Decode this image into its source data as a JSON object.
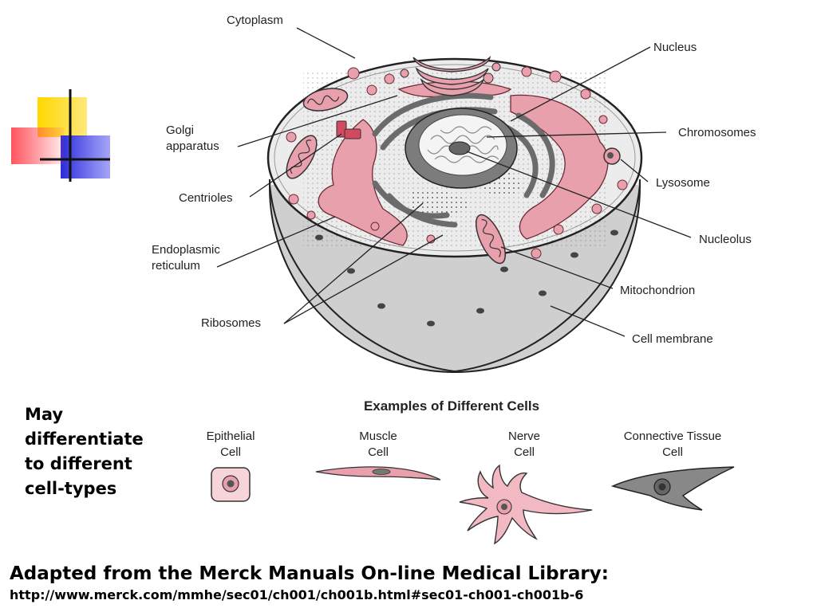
{
  "diagram": {
    "labels": {
      "cytoplasm": "Cytoplasm",
      "nucleus": "Nucleus",
      "golgi_1": "Golgi",
      "golgi_2": "apparatus",
      "chromosomes": "Chromosomes",
      "lysosome": "Lysosome",
      "centrioles": "Centrioles",
      "er_1": "Endoplasmic",
      "er_2": "reticulum",
      "nucleolus": "Nucleolus",
      "mitochondrion": "Mitochondrion",
      "ribosomes": "Ribosomes",
      "cell_membrane": "Cell membrane"
    },
    "examples": {
      "title": "Examples of Different Cells",
      "epithelial_1": "Epithelial",
      "epithelial_2": "Cell",
      "muscle_1": "Muscle",
      "muscle_2": "Cell",
      "nerve_1": "Nerve",
      "nerve_2": "Cell",
      "connective_1": "Connective Tissue",
      "connective_2": "Cell"
    }
  },
  "side_note": [
    "May",
    "differentiate",
    "to different",
    "cell-types"
  ],
  "credit": {
    "line": "Adapted from the Merck Manuals On-line Medical Library:",
    "url": "http://www.merck.com/mmhe/sec01/ch001/ch001b.html#sec01-ch001-ch001b-6"
  },
  "colors": {
    "cell_pink": "#e8a0ac",
    "cytoplasm": "#ececec",
    "membrane_side": "#cfcfcf",
    "nucleus_dark": "#777777",
    "deco_yellow": "#ffd700",
    "deco_red": "#ff4a55",
    "deco_blue": "#2a2ad8"
  }
}
